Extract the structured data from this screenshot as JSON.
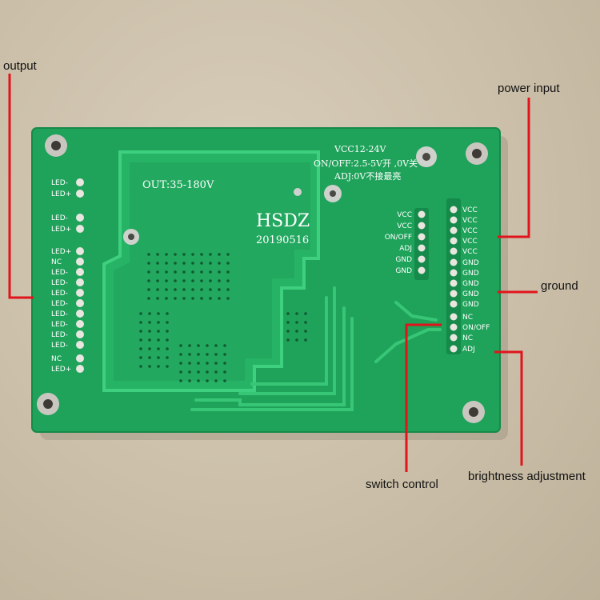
{
  "labels": {
    "output": "output",
    "power_input": "power input",
    "ground": "ground",
    "switch_control": "switch control",
    "brightness_adjustment": "brightness adjustment"
  },
  "board": {
    "brand": "HSDZ",
    "date_code": "20190516",
    "output_voltage": "OUT:35-180V",
    "spec_lines": [
      "VCC12-24V",
      "ON/OFF:2.5-5V开 ,0V关",
      "ADJ:0V不接最亮"
    ],
    "left_pins_top": [
      "LED-",
      "LED+",
      "LED-",
      "LED+"
    ],
    "left_pins_main": [
      "LED+",
      "NC",
      "LED-",
      "LED-",
      "LED-",
      "LED-",
      "LED-",
      "LED-",
      "LED-",
      "LED-",
      "NC",
      "LED+"
    ],
    "mid_pins": [
      "VCC",
      "VCC",
      "ON/OFF",
      "ADJ",
      "GND",
      "GND"
    ],
    "right_pins": [
      "VCC",
      "VCC",
      "VCC",
      "VCC",
      "VCC",
      "GND",
      "GND",
      "GND",
      "GND",
      "GND",
      "NC",
      "ON/OFF",
      "NC",
      "ADJ"
    ]
  },
  "colors": {
    "pcb": "#1fa25a",
    "trace": "#2cc26e",
    "silkscreen": "#ffffff",
    "callout_line": "#e0141b"
  }
}
